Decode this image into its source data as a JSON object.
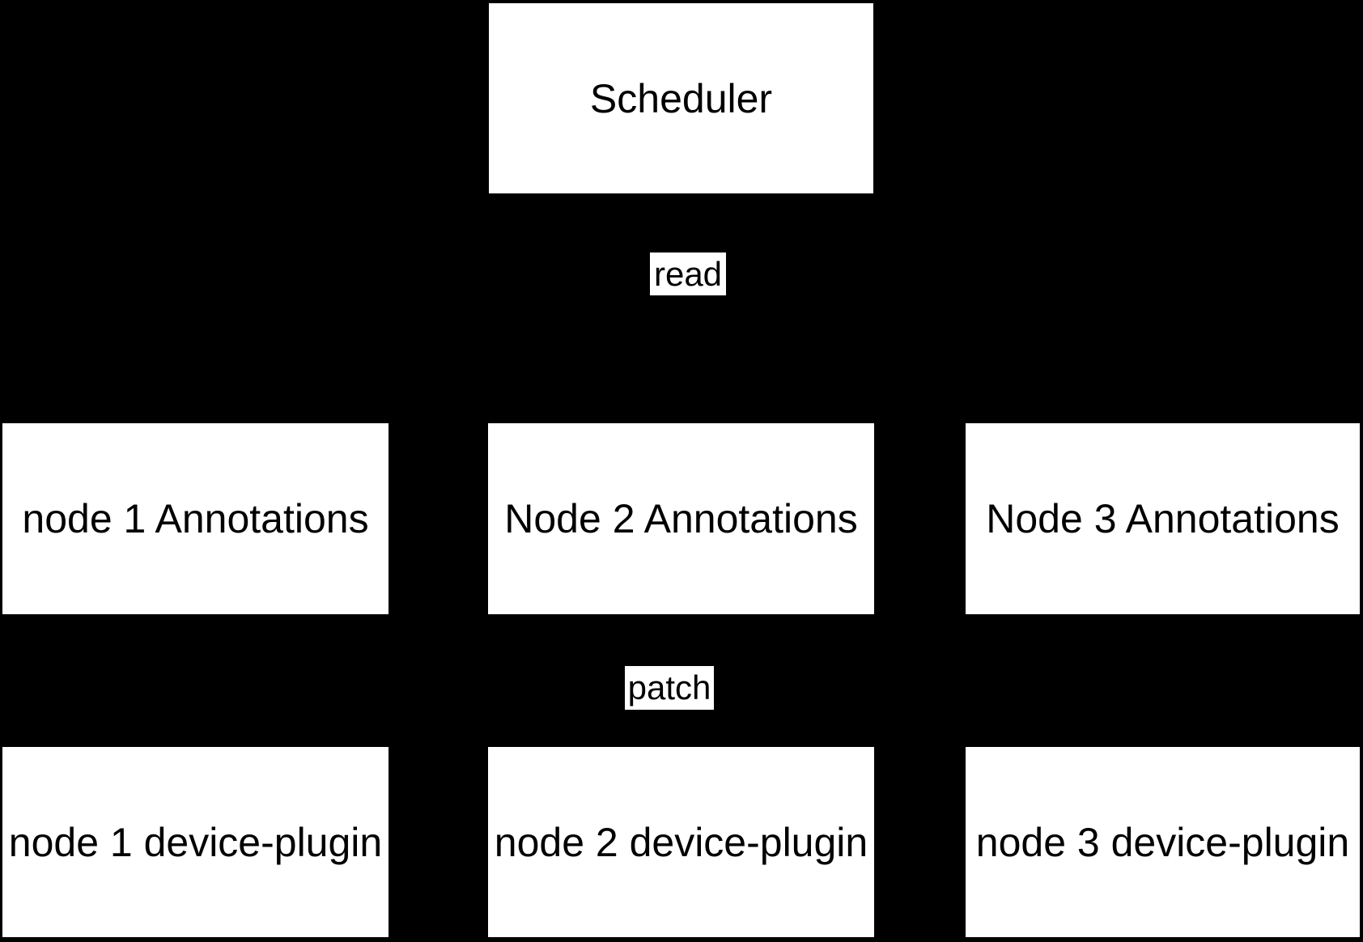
{
  "diagram": {
    "background_color": "#000000",
    "node_fill_color": "#ffffff",
    "node_text_color": "#000000",
    "nodes": {
      "scheduler": {
        "label": "Scheduler"
      },
      "node1_annotations": {
        "label": "node 1 Annotations"
      },
      "node2_annotations": {
        "label": "Node 2 Annotations"
      },
      "node3_annotations": {
        "label": "Node 3 Annotations"
      },
      "node1_device_plugin": {
        "label": "node 1 device-plugin"
      },
      "node2_device_plugin": {
        "label": "node 2 device-plugin"
      },
      "node3_device_plugin": {
        "label": "node 3 device-plugin"
      }
    },
    "edge_labels": {
      "read": "read",
      "patch": "patch"
    }
  }
}
